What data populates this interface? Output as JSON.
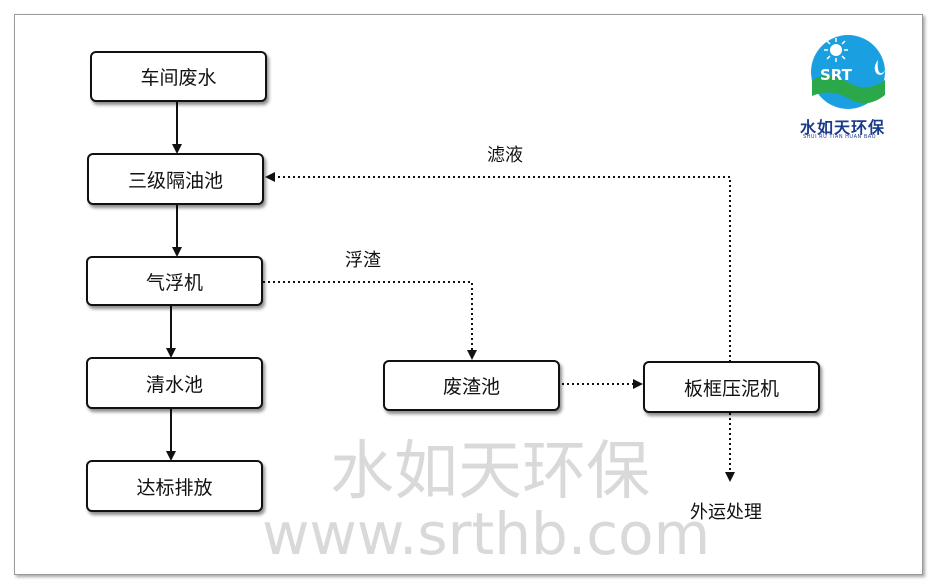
{
  "nodes": {
    "workshop_wastewater": "车间废水",
    "oil_separator": "三级隔油池",
    "air_flotation": "气浮机",
    "clear_water_tank": "清水池",
    "discharge": "达标排放",
    "slag_tank": "废渣池",
    "filter_press": "板框压泥机"
  },
  "labels": {
    "filtrate": "滤液",
    "scum": "浮渣",
    "outbound": "外运处理"
  },
  "watermark": {
    "name": "水如天环保",
    "url": "www.srthb.com"
  },
  "logo": {
    "mark": "SRT",
    "name": "水如天环保",
    "subtitle": "SHUI RU TIAN HUAN BAO"
  }
}
